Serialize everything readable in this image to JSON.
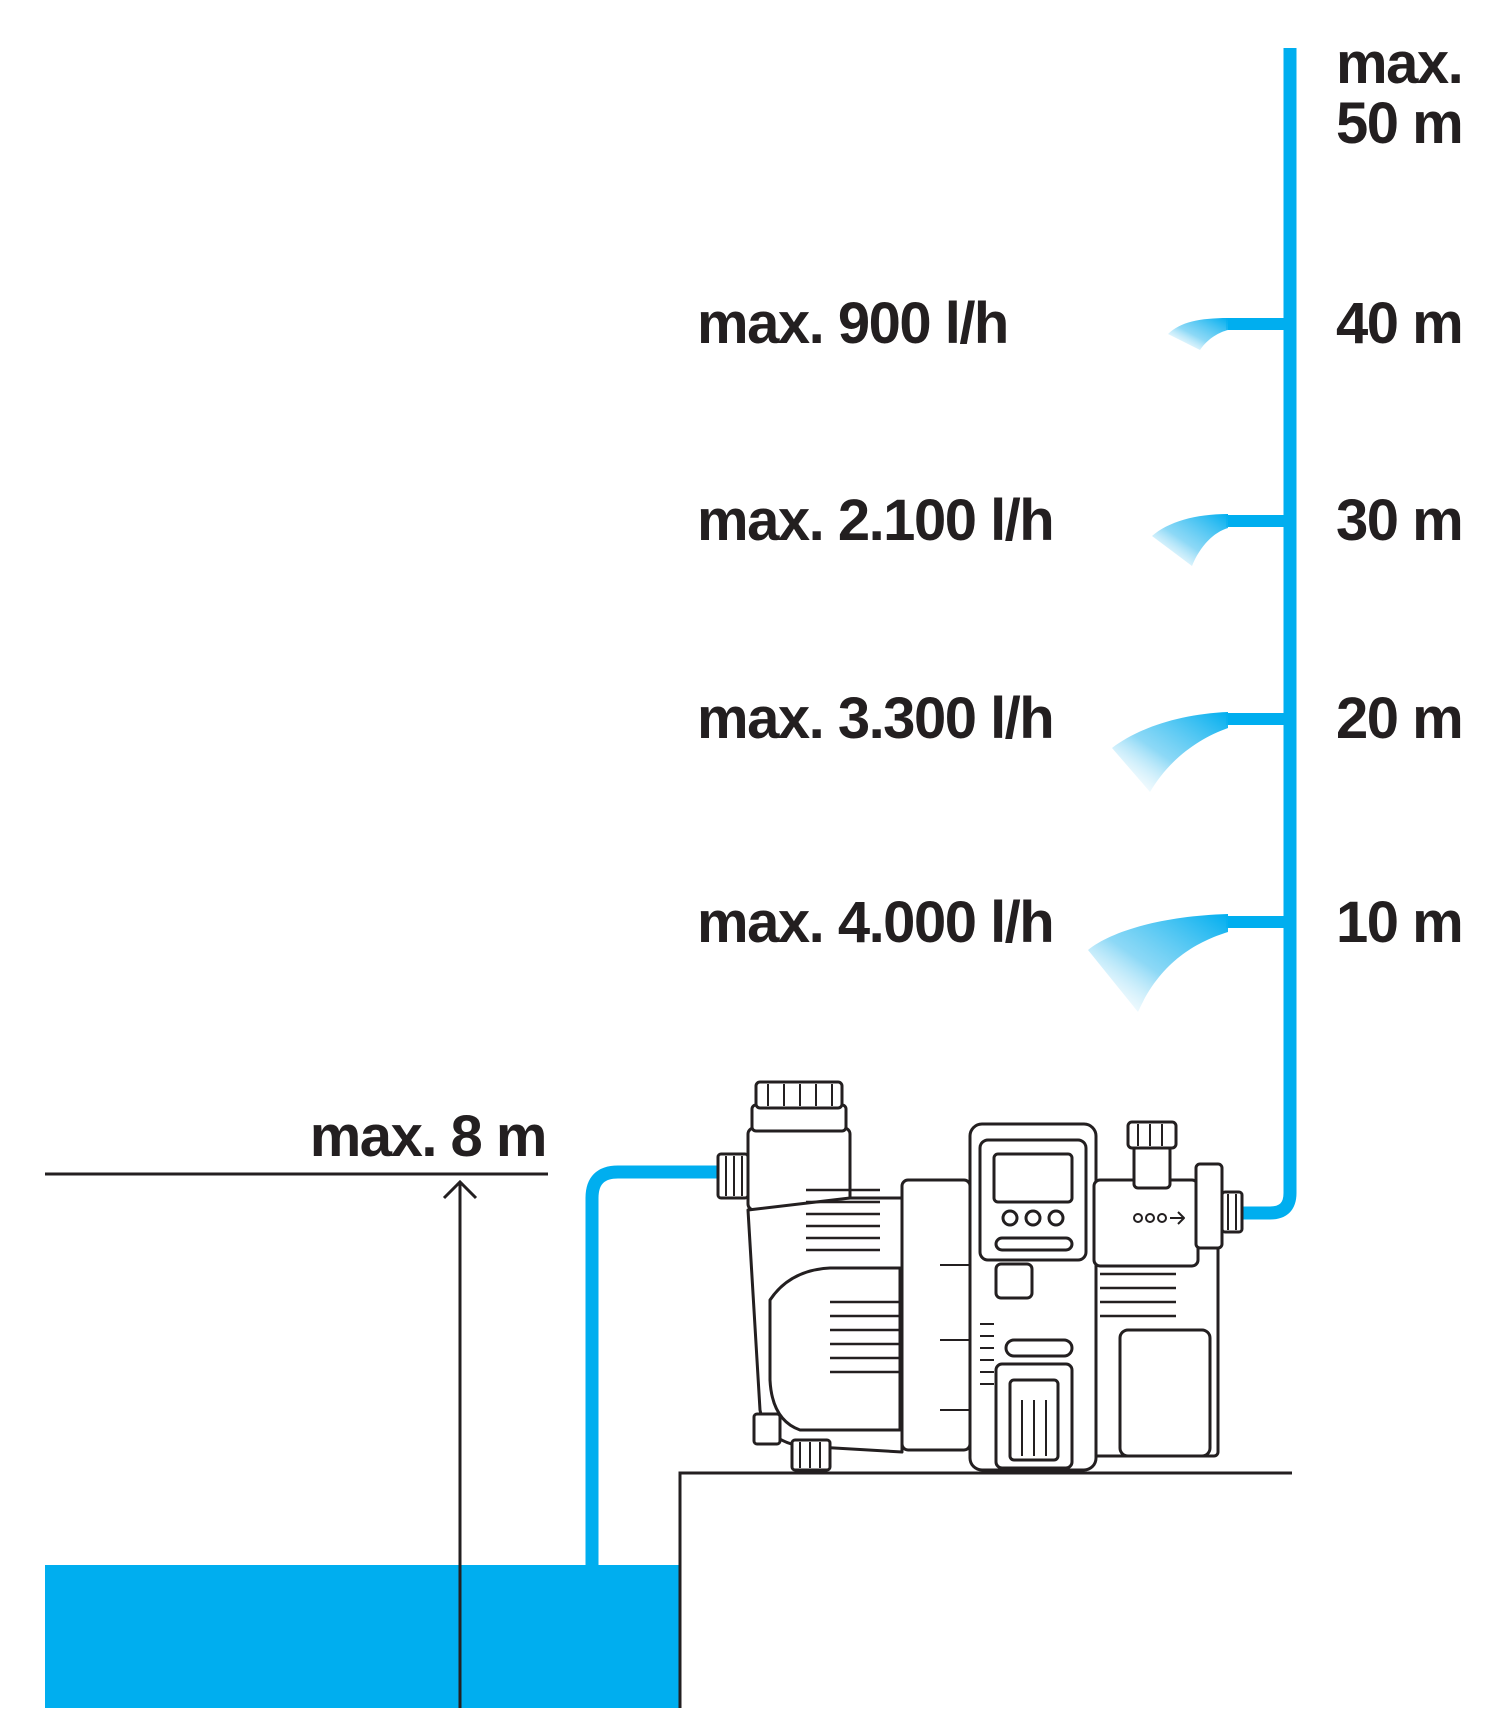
{
  "colors": {
    "water": "#00aeef",
    "ink": "#231f20",
    "pump_fill": "#ffffff"
  },
  "suction": {
    "label": "max. 8 m"
  },
  "head_top": {
    "line1": "max.",
    "line2": "50 m"
  },
  "levels": [
    {
      "height_label": "40 m",
      "flow_label": "max. 900 l/h",
      "height_m": 40,
      "flow_lph": 900
    },
    {
      "height_label": "30 m",
      "flow_label": "max. 2.100 l/h",
      "height_m": 30,
      "flow_lph": 2100
    },
    {
      "height_label": "20 m",
      "flow_label": "max. 3.300 l/h",
      "height_m": 20,
      "flow_lph": 3300
    },
    {
      "height_label": "10 m",
      "flow_label": "max. 4.000 l/h",
      "height_m": 10,
      "flow_lph": 4000
    }
  ]
}
